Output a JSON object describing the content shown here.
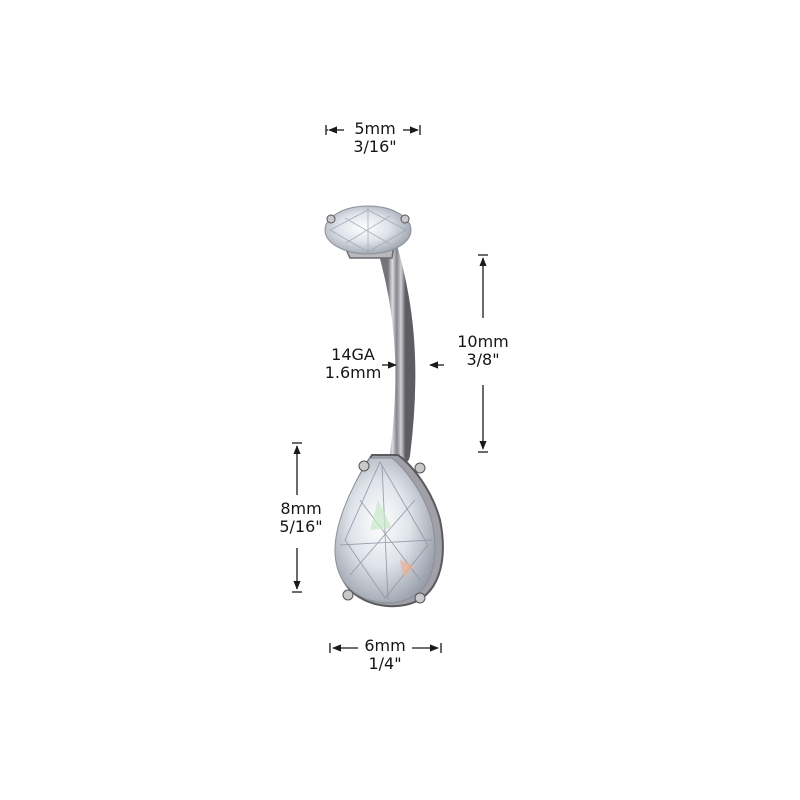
{
  "product": {
    "type": "belly-button-ring",
    "colors": {
      "metal": "#c9c9cc",
      "metal_dark": "#6b6b70",
      "gem": "#eef0f4",
      "dimension_lines": "#1a1a1a",
      "background": "#ffffff"
    }
  },
  "dimensions": {
    "top_gem_width": {
      "metric": "5mm",
      "imperial": "3/16\""
    },
    "bar_length": {
      "metric": "10mm",
      "imperial": "3/8\""
    },
    "gauge": {
      "gauge": "14GA",
      "metric": "1.6mm"
    },
    "bottom_gem_height": {
      "metric": "8mm",
      "imperial": "5/16\""
    },
    "bottom_gem_width": {
      "metric": "6mm",
      "imperial": "1/4\""
    }
  }
}
